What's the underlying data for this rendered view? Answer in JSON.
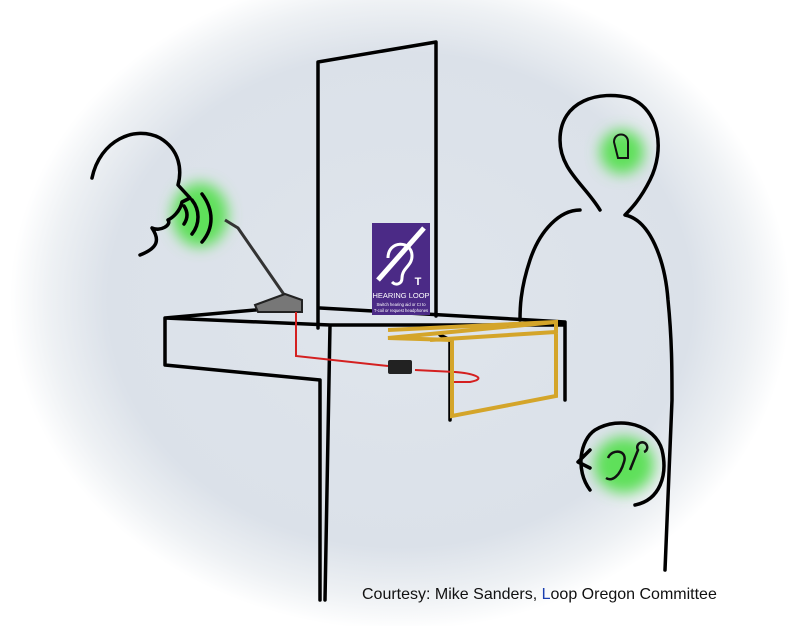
{
  "caption": {
    "prefix": "Courtesy: Mike Sanders, ",
    "highlight": "L",
    "suffix": "oop Oregon Committee"
  },
  "sign": {
    "title": "HEARING LOOP",
    "letter": "T",
    "line1": "Switch hearing aid or CI to",
    "line2": "T-coil or request headphones",
    "color": "#4b2a86"
  },
  "colors": {
    "glow": "#5fe05a",
    "loop_wire": "#d4a52a",
    "signal_wire": "#d42020",
    "outline": "#000000"
  }
}
